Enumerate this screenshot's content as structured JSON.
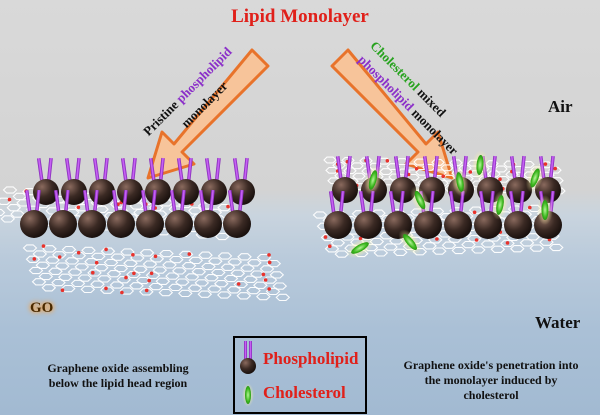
{
  "title": "Lipid Monolayer",
  "labels": {
    "air": "Air",
    "water": "Water",
    "go": "GO"
  },
  "left_arrow": {
    "line1_prefix": "Pristine ",
    "line1_highlight": "phospholipid",
    "line2": "monolayer"
  },
  "right_arrow": {
    "line1_highlight": "Cholesterol",
    "line1_suffix": " mixed",
    "line2_highlight": "phospholipid",
    "line2_suffix": " monolayer"
  },
  "captions": {
    "left": [
      "Graphene oxide assembling",
      "below the lipid head region"
    ],
    "right": [
      "Graphene oxide's penetration into",
      "the monolayer induced by",
      "cholesterol"
    ]
  },
  "legend": {
    "phospholipid": "Phospholipid",
    "cholesterol": "Cholesterol"
  },
  "colors": {
    "title": "#e0201a",
    "phospholipid_text": "#8b2fc9",
    "cholesterol_text": "#27a21e",
    "arrow_fill": "#f7c49a",
    "arrow_stroke": "#e8732b",
    "lipid_tail": "#b03be0",
    "lipid_head": "#3b2a24",
    "cholesterol": "#49c42a"
  }
}
